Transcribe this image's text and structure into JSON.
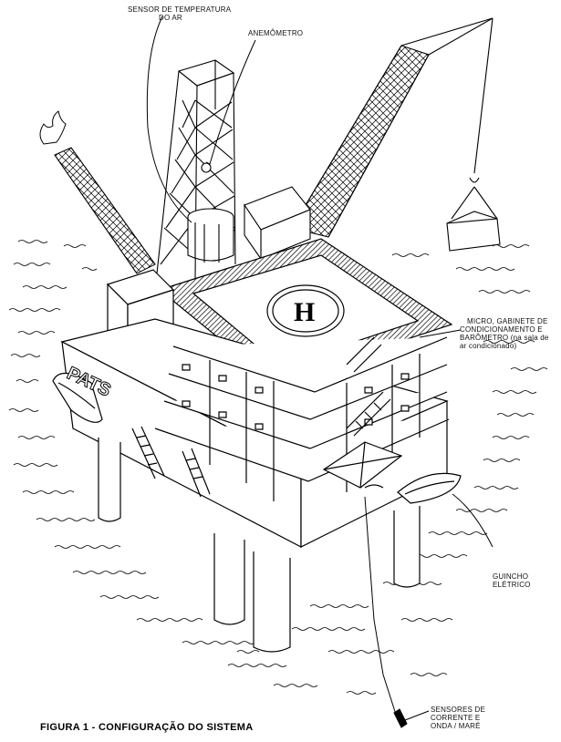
{
  "labels": {
    "air_temp_sensor": [
      "SENSOR DE TEMPERATURA",
      "DO AR"
    ],
    "anemometer": [
      "ANEMÔMETRO"
    ],
    "micro_cabinet": [
      "MICRO, GABINETE DE",
      "CONDICIONAMENTO E",
      "BARÔMETRO (na sala de",
      "ar condicionado)"
    ],
    "winch": [
      "GUINCHO",
      "ELÉTRICO"
    ],
    "sensors": [
      "SENSORES DE",
      "CORRENTE E",
      "ONDA / MARÉ"
    ]
  },
  "platform_name": "PATS",
  "caption": "FIGURA 1 - CONFIGURAÇÃO DO SISTEMA"
}
